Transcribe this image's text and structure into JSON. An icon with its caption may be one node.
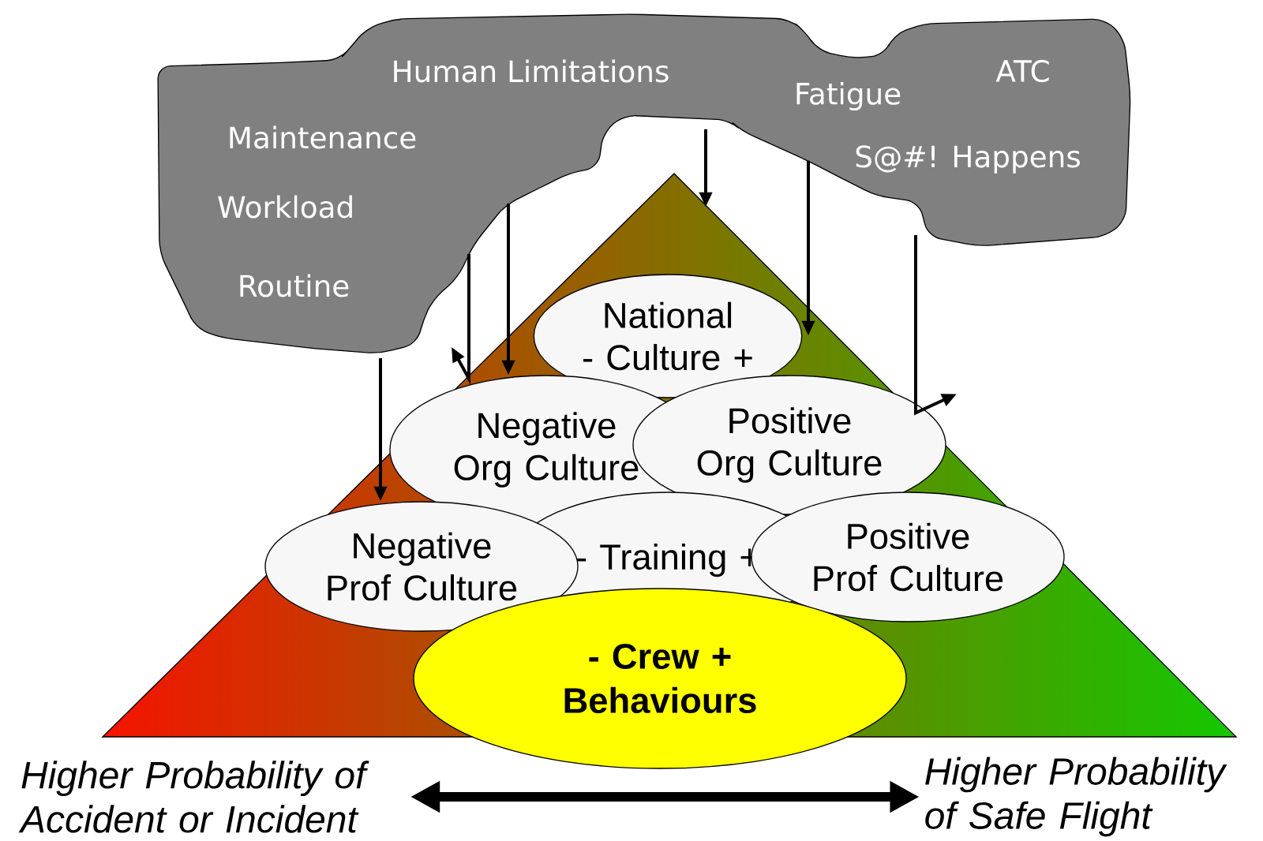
{
  "diagram": {
    "nodes": [
      {
        "text": [
          "Human Limitations",
          "ATC",
          "Fatigue",
          "Maintenance",
          "S@#! Happens",
          "Workload",
          "Routine"
        ]
      },
      {
        "text": [],
        "shape": "triangle"
      },
      {
        "text": [
          "National",
          "- Culture +"
        ],
        "in": 1
      },
      {
        "text": [
          "Negative Org Culture"
        ],
        "in": 1
      },
      {
        "text": [
          "Positive Org Culture"
        ],
        "in": 1
      },
      {
        "text": [
          "Negative Prof Culture"
        ],
        "in": 1
      },
      {
        "text": [
          "- Training +"
        ],
        "in": 1
      },
      {
        "text": [
          "Positive Prof Culture"
        ],
        "in": 1
      },
      {
        "text": [
          "- Crew + Behaviours"
        ],
        "in": 1
      },
      {
        "text": [
          "Higher Probability of Accident or Incident"
        ]
      },
      {
        "text": [
          "Higher Probability of Safe Flight"
        ]
      }
    ],
    "edges": [
      {
        "from": 0,
        "to": 1,
        "arrow": "to"
      },
      {
        "from": 0,
        "to": 5,
        "arrow": "to"
      },
      {
        "from": 0,
        "to": null,
        "arrow": "to"
      },
      {
        "from": 0,
        "to": 3,
        "arrow": "to"
      },
      {
        "from": 0,
        "to": 2,
        "arrow": "to"
      },
      {
        "from": 0,
        "to": 4,
        "arrow": "to"
      },
      {
        "from": 9,
        "to": 10,
        "arrow": "both",
        "style": "thick"
      }
    ]
  }
}
